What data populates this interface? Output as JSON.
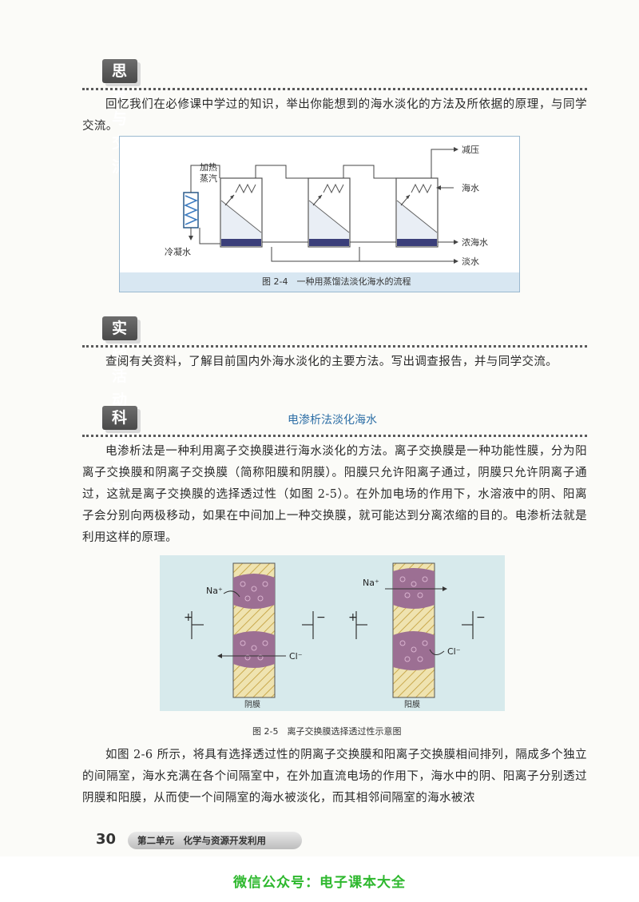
{
  "sections": {
    "think": "思考与交流",
    "practice": "实践活动",
    "science": "科学视野"
  },
  "paragraphs": {
    "think_text": "回忆我们在必修课中学过的知识，举出你能想到的海水淡化的方法及所依据的原理，与同学交流。",
    "practice_text": "查阅有关资料，了解目前国内外海水淡化的主要方法。写出调查报告，并与同学交流。",
    "science_text": "电渗析法是一种利用离子交换膜进行海水淡化的方法。离子交换膜是一种功能性膜，分为阳离子交换膜和阴离子交换膜（简称阳膜和阴膜）。阳膜只允许阳离子通过，阴膜只允许阴离子通过，这就是离子交换膜的选择透过性（如图 2-5）。在外加电场的作用下，水溶液中的阴、阳离子会分别向两极移动，如果在中间加上一种交换膜，就可能达到分离浓缩的目的。电渗析法就是利用这样的原理。",
    "final_text": "如图 2-6 所示，将具有选择透过性的阴离子交换膜和阳离子交换膜相间排列，隔成多个独立的间隔室，海水充满在各个间隔室中，在外加直流电场的作用下，海水中的阴、阳离子分别透过阴膜和阳膜，从而使一个间隔室的海水被淡化，而其相邻间隔室的海水被浓"
  },
  "subtitle": "电渗析法淡化海水",
  "figure1": {
    "caption": "图 2-4　一种用蒸馏法淡化海水的流程",
    "labels": {
      "heating_steam": "加热",
      "heating_steam2": "蒸汽",
      "condensed_water": "冷凝水",
      "reduced_pressure": "减压",
      "seawater": "海水",
      "brine": "浓海水",
      "fresh_water": "淡水"
    }
  },
  "figure2": {
    "caption": "图 2-5　离子交换膜选择透过性示意图",
    "labels": {
      "na_left": "Na⁺",
      "na_right": "Na⁺",
      "cl_left": "Cl⁻",
      "cl_right": "Cl⁻",
      "plus1": "+",
      "minus1": "−",
      "plus2": "+",
      "minus2": "−",
      "anion_membrane": "阴膜",
      "cation_membrane": "阳膜"
    }
  },
  "footer": {
    "page_number": "30",
    "unit_title": "第二单元　化学与资源开发利用"
  },
  "watermark": "微信公众号：电子课本大全",
  "colors": {
    "caption_bg": "#d8e7f2",
    "subtitle": "#2e6fa6",
    "membrane_purple": "#9c6f93",
    "membrane_hatch": "#e8d9a3",
    "wechat_green": "#2eb82e"
  }
}
